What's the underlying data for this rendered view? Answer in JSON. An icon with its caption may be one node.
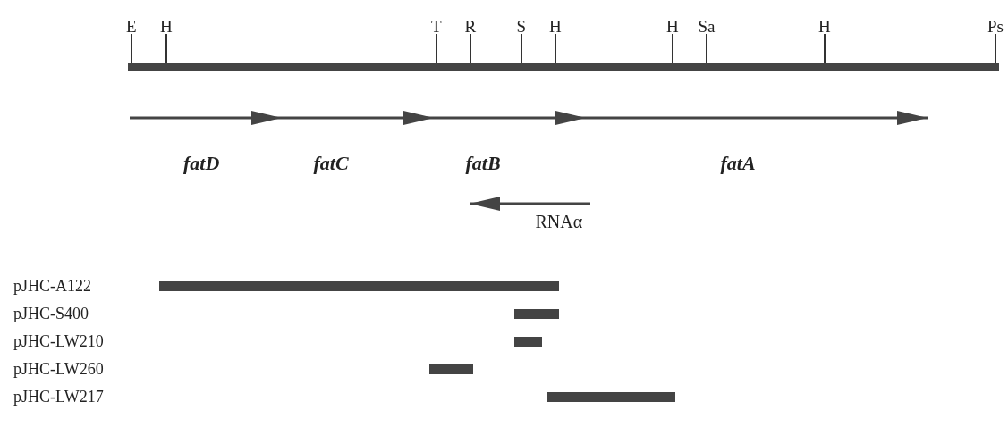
{
  "diagram": {
    "labels": [
      "E",
      "H",
      "T",
      "R",
      "S",
      "H",
      "H",
      "Sa",
      "H",
      "Ps",
      "fatD",
      "fatC",
      "fatB",
      "fatA",
      "RNAα",
      "pJHC-A122",
      "pJHC-S400",
      "pJHC-LW210",
      "pJHC-LW260",
      "pJHC-LW217"
    ]
  }
}
